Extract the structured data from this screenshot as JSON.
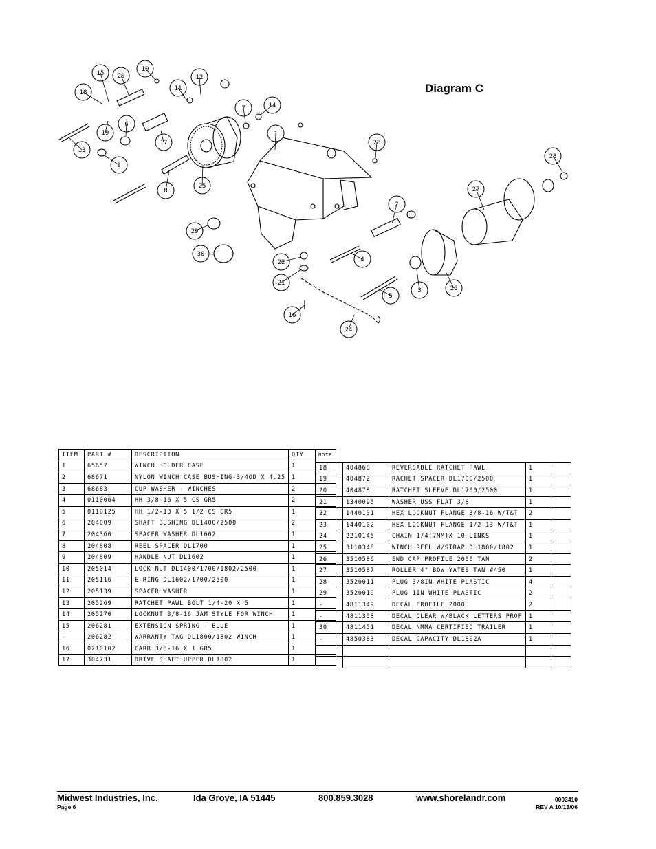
{
  "diagram": {
    "title": "Diagram C",
    "callouts": [
      "1",
      "2",
      "3",
      "4",
      "5",
      "6",
      "7",
      "8",
      "9",
      "10",
      "11",
      "12",
      "13",
      "14",
      "15",
      "16",
      "17",
      "18",
      "19",
      "20",
      "21",
      "22",
      "23",
      "24",
      "25",
      "26",
      "27",
      "28",
      "29",
      "30"
    ]
  },
  "table": {
    "headers": [
      "ITEM",
      "PART #",
      "DESCRIPTION",
      "QTY",
      "NOTE"
    ],
    "left_rows": [
      [
        "1",
        "65657",
        "WINCH HOLDER CASE",
        "1",
        ""
      ],
      [
        "2",
        "68671",
        "NYLON WINCH CASE BUSHING-3/4OD X 4.25",
        "1",
        ""
      ],
      [
        "3",
        "68683",
        "CUP WASHER - WINCHES",
        "2",
        ""
      ],
      [
        "4",
        "0110064",
        "HH 3/8-16 X 5 CS GR5",
        "2",
        ""
      ],
      [
        "5",
        "0110125",
        "HH 1/2-13 X 5 1/2 CS GR5",
        "1",
        ""
      ],
      [
        "6",
        "204009",
        "SHAFT BUSHING  DL1400/2500",
        "2",
        ""
      ],
      [
        "7",
        "204360",
        "SPACER WASHER  DL1602",
        "1",
        ""
      ],
      [
        "8",
        "204808",
        "REEL SPACER  DL1700",
        "1",
        ""
      ],
      [
        "9",
        "204809",
        "HANDLE NUT  DL1602",
        "1",
        ""
      ],
      [
        "10",
        "205014",
        "LOCK NUT  DL1400/1700/1802/2500",
        "1",
        ""
      ],
      [
        "11",
        "205116",
        "E-RING DL1602/1700/2500",
        "1",
        ""
      ],
      [
        "12",
        "205139",
        "SPACER WASHER",
        "1",
        ""
      ],
      [
        "13",
        "205269",
        "RATCHET PAWL BOLT 1/4-20 X 5",
        "1",
        ""
      ],
      [
        "14",
        "205270",
        "LOCKNUT 3/8-16 JAM STYLE FOR WINCH",
        "1",
        ""
      ],
      [
        "15",
        "206281",
        "EXTENSION SPRING - BLUE",
        "1",
        ""
      ],
      [
        "-",
        "206282",
        "WARRANTY TAG DL1800/1802 WINCH",
        "1",
        ""
      ],
      [
        "16",
        "0210102",
        "CARR 3/8-16 X 1 GR5",
        "1",
        ""
      ],
      [
        "17",
        "304731",
        "DRIVE SHAFT UPPER  DL1802",
        "1",
        ""
      ]
    ],
    "right_rows": [
      [
        "18",
        "404868",
        "REVERSABLE RATCHET PAWL",
        "1",
        ""
      ],
      [
        "19",
        "404872",
        "RACHET SPACER  DL1700/2500",
        "1",
        ""
      ],
      [
        "20",
        "404878",
        "RATCHET SLEEVE  DL1700/2500",
        "1",
        ""
      ],
      [
        "21",
        "1340095",
        "WASHER USS FLAT 3/8",
        "1",
        ""
      ],
      [
        "22",
        "1440101",
        "HEX LOCKNUT FLANGE 3/8-16 W/T&T",
        "2",
        ""
      ],
      [
        "23",
        "1440102",
        "HEX LOCKNUT FLANGE 1/2-13 W/T&T",
        "1",
        ""
      ],
      [
        "24",
        "2210145",
        "CHAIN 1/4(7MM)X 10 LINKS",
        "1",
        ""
      ],
      [
        "25",
        "3110348",
        "WINCH REEL W/STRAP  DL1800/1802",
        "1",
        ""
      ],
      [
        "26",
        "3510586",
        "END CAP PROFILE 2000 TAN",
        "2",
        ""
      ],
      [
        "27",
        "3510587",
        "ROLLER 4\" BOW YATES TAN #450",
        "1",
        ""
      ],
      [
        "28",
        "3520011",
        "PLUG  3/8IN WHITE PLASTIC",
        "4",
        ""
      ],
      [
        "29",
        "3520019",
        "PLUG  1IN WHITE PLASTIC",
        "2",
        ""
      ],
      [
        "-",
        "4811349",
        "DECAL PROFILE 2000",
        "2",
        ""
      ],
      [
        "-",
        "4811358",
        "DECAL CLEAR W/BLACK LETTERS PROF",
        "1",
        ""
      ],
      [
        "30",
        "4811451",
        " DECAL NMMA CERTIFIED TRAILER",
        "1",
        ""
      ],
      [
        "-",
        "4850383",
        "DECAL CAPACITY DL1802A",
        "1",
        ""
      ],
      [
        "",
        "",
        "",
        "",
        ""
      ],
      [
        "",
        "",
        "",
        "",
        ""
      ]
    ]
  },
  "footer": {
    "company": "Midwest Industries, Inc.",
    "location": "Ida Grove, IA  51445",
    "phone": "800.859.3028",
    "website": "www.shorelandr.com",
    "page": "Page 6",
    "doc_number": "0003410",
    "revision": "REV A  10/13/06"
  }
}
